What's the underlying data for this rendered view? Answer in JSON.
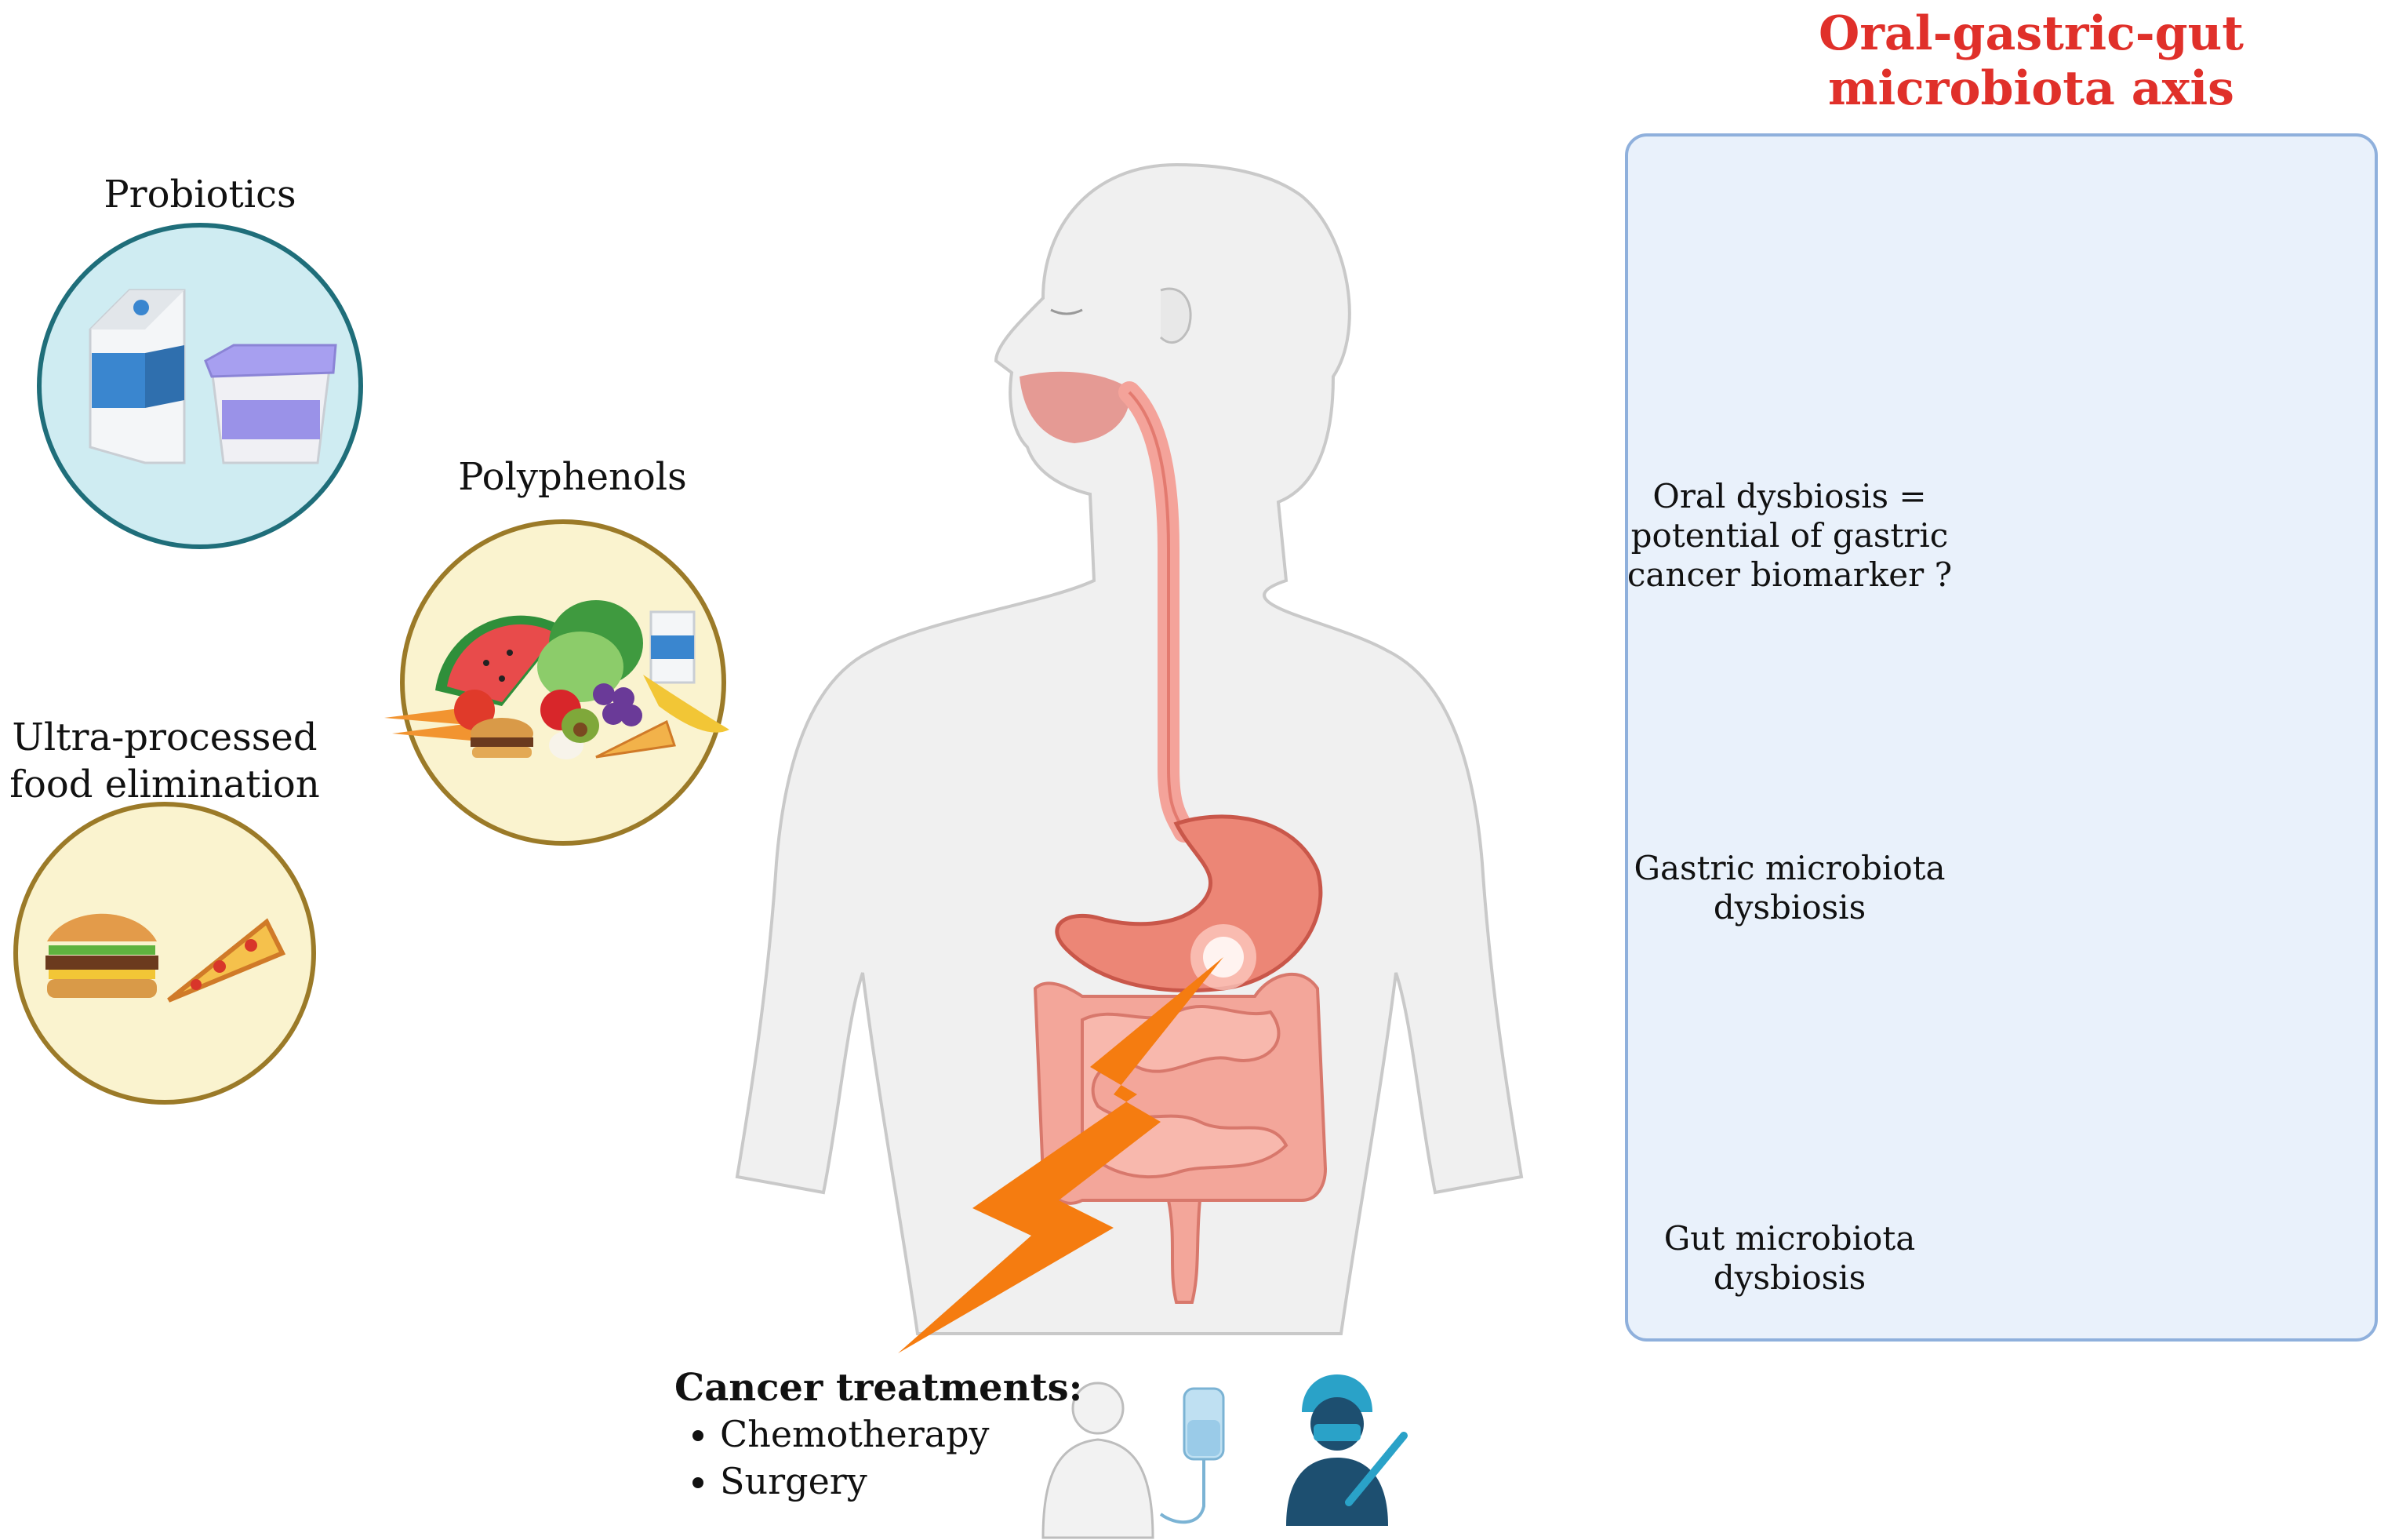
{
  "diet": {
    "probiotics": "Probiotics",
    "polyphenols": "Polyphenols",
    "upf_line1": "Ultra-processed",
    "upf_line2": "food elimination"
  },
  "axis": {
    "title_line1": "Oral-gastric-gut",
    "title_line2": "microbiota axis",
    "oral_line1": "Oral dysbiosis =",
    "oral_line2": "potential of gastric",
    "oral_line3": "cancer biomarker ?",
    "gastric_line1": "Gastric microbiota",
    "gastric_line2": "dysbiosis",
    "gut_line1": "Gut microbiota",
    "gut_line2": "dysbiosis"
  },
  "treatments": {
    "heading": "Cancer treatments:",
    "items": [
      "Chemotherapy",
      "Surgery"
    ]
  },
  "colors": {
    "title_red": "#e0302a",
    "scale_pink": "#d9506e",
    "oral_bacteria": "#2a8fa8",
    "gastric_bacteria": "#d98a3a",
    "gut_bacteria": "#cc5a64",
    "lightning": "#f57c10",
    "panel_fill": "#e9f1fb"
  }
}
